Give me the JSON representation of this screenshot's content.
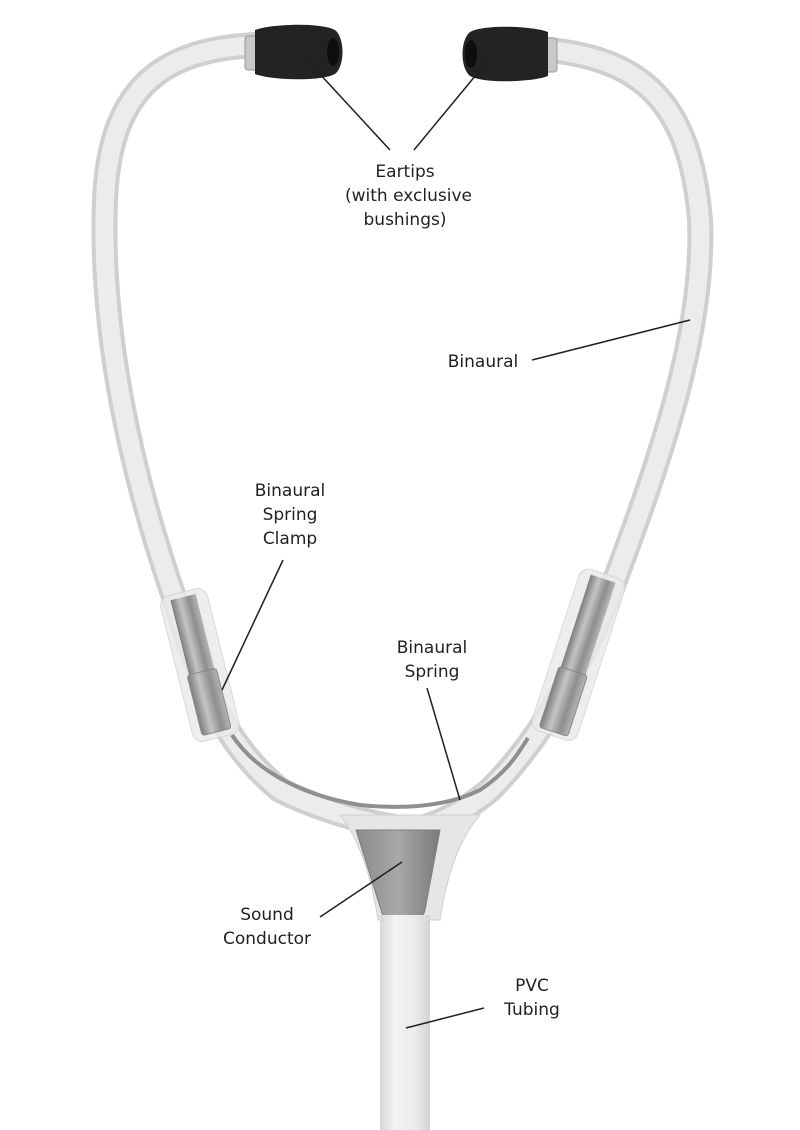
{
  "diagram": {
    "subject": "Stethoscope parts",
    "colors": {
      "background": "#ffffff",
      "tubing": "#e4e4e4",
      "tubing_edge": "#c9c9c9",
      "eartip": "#232323",
      "metal": "#9a9a9a",
      "leader_line": "#231f20",
      "text": "#231f20"
    },
    "labels": {
      "eartips": {
        "line1": "Eartips",
        "line2": "(with exclusive",
        "line3": "bushings)"
      },
      "binaural": {
        "line1": "Binaural"
      },
      "binaural_spring_clamp": {
        "line1": "Binaural",
        "line2": "Spring",
        "line3": "Clamp"
      },
      "binaural_spring": {
        "line1": "Binaural",
        "line2": "Spring"
      },
      "sound_conductor": {
        "line1": "Sound",
        "line2": "Conductor"
      },
      "pvc_tubing": {
        "line1": "PVC",
        "line2": "Tubing"
      }
    }
  }
}
